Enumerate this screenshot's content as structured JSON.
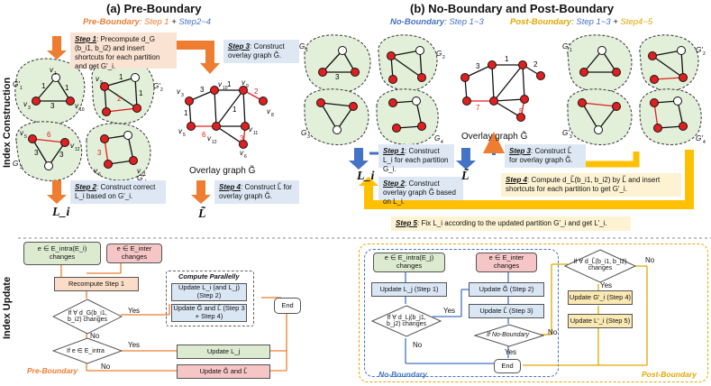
{
  "section_labels": {
    "index_construction": "Index Construction",
    "index_update": "Index Update"
  },
  "panel_a": {
    "title": "(a) Pre-Boundary",
    "subtitle_name": "Pre-Boundary",
    "subtitle_steps_1": ": Step 1",
    "subtitle_plus": " + ",
    "subtitle_steps_2": "Step2~4",
    "step1": "Step 1: Precompute d_G(b_i1, b_i2) and insert shortcuts for each partition and get G'_i.",
    "step1_head": "Step 1",
    "step1_text": ": Precompute d_G (b_i1, b_i2) and insert shortcuts for each partition and get G'_i.",
    "step2_head": "Step 2",
    "step2_text": ": Construct correct L_i based on G'_i.",
    "step3_head": "Step 3",
    "step3_text": ": Construct overlay graph G̃.",
    "step4_head": "Step 4",
    "step4_text": ": Construct L̃ for overlay graph G̃.",
    "overlay_label": "Overlay graph G̃",
    "out_li": "L_i",
    "out_ltilde": "L̃"
  },
  "panel_b": {
    "title": "(b) No-Boundary and Post-Boundary",
    "nb_name": "No-Boundary",
    "nb_steps": ": Step 1~3",
    "pb_name": "Post-Boundary",
    "pb_steps_1": ": Step 1~3",
    "pb_plus": " + ",
    "pb_steps_2": "Step4~5",
    "overlay_label": "Overlay graph G̃",
    "step1_head": "Step 1",
    "step1_text": ": Construct L_i for each partition G_i.",
    "step2_head": "Step 2",
    "step2_text": ": Construct overlay graph G̃ based on L_i.",
    "step3_head": "Step 3",
    "step3_text": ": Construct L̃ for overlay graph G̃.",
    "step4_head": "Step 4",
    "step4_text": ": Compute d_L̃(b_i1, b_i2) by L̃ and insert shortcuts for each partition to get G'_i.",
    "step5_head": "Step 5",
    "step5_text": ": Fix L_i according to the updated partition G'_i and get L'_i.",
    "out_li": "L_i",
    "out_ltilde": "L̃"
  },
  "update_a": {
    "intra": "e ∈ E_intra(E_i) changes",
    "inter": "e ∈ E_inter changes",
    "recompute": "Recompute Step 1",
    "cond1": "If ∀ d_G(b_i1, b_i2) changes",
    "cond2": "If e ∈ E_intra",
    "parallel_title": "Compute Parallelly",
    "upd_l": "Update L_i (and L_j) (Step 2)",
    "upd_g": "Update G̃ and L̃ (Step 3 + Step 4)",
    "upd_lj": "Update L_j",
    "upd_gl": "Update G̃ and L̃",
    "end": "End",
    "yes": "Yes",
    "no": "No",
    "label": "Pre-Boundary"
  },
  "update_b": {
    "intra": "e ∈ E_intra(E_j) changes",
    "inter": "e ∈ E_inter changes",
    "upd_lj": "Update L_j (Step 1)",
    "upd_g": "Update G̃ (Step 2)",
    "upd_l": "Update L̃ (Step 3)",
    "cond1": "If ∀ d_Lj(b_j1, b_j2) changes",
    "cond2": "If No-Boundary",
    "cond3": "If ∀ d_L̃(b_i1, b_i2) changes",
    "upd_gp": "Update G'_i (Step 4)",
    "upd_lp": "Update L'_i (Step 5)",
    "end": "End",
    "yes": "Yes",
    "no": "No",
    "nb_label": "No-Boundary",
    "pb_label": "Post-Boundary"
  },
  "colors": {
    "orange": "#ee7d31",
    "blue": "#4472c4",
    "yellow": "#ffc000",
    "red_node": "#e02020",
    "green_partition": "#e2efd9"
  }
}
